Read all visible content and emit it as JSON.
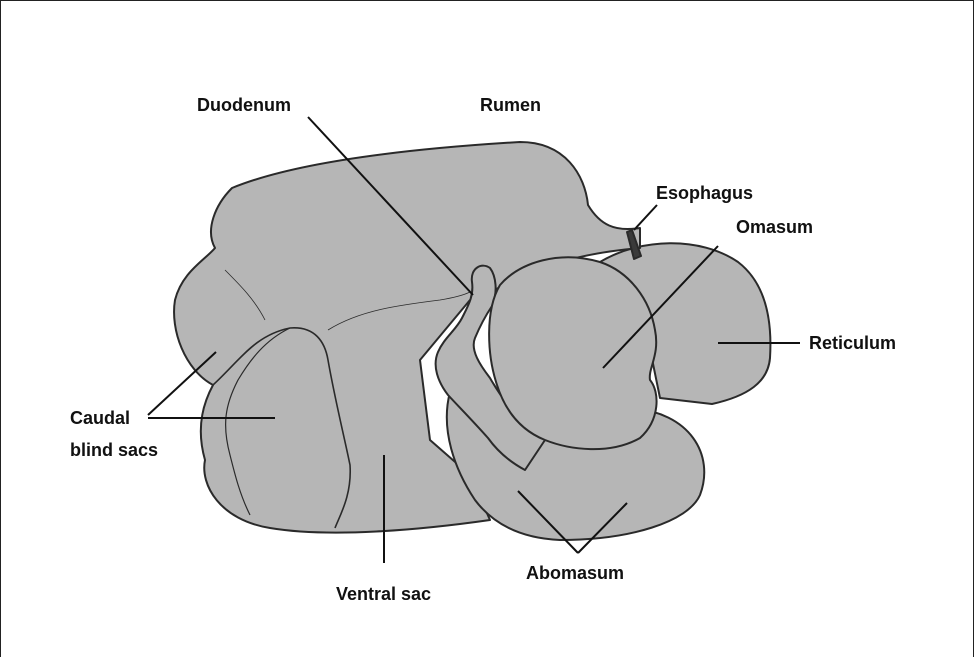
{
  "labels": {
    "duodenum": "Duodenum",
    "rumen": "Rumen",
    "esophagus": "Esophagus",
    "omasum": "Omasum",
    "reticulum": "Reticulum",
    "caudal_line1": "Caudal",
    "caudal_line2": "blind sacs",
    "ventral_sac": "Ventral sac",
    "abomasum": "Abomasum"
  },
  "colors": {
    "organ_fill": "#b6b6b6",
    "outline": "#2a2a2a",
    "leader": "#111111"
  }
}
